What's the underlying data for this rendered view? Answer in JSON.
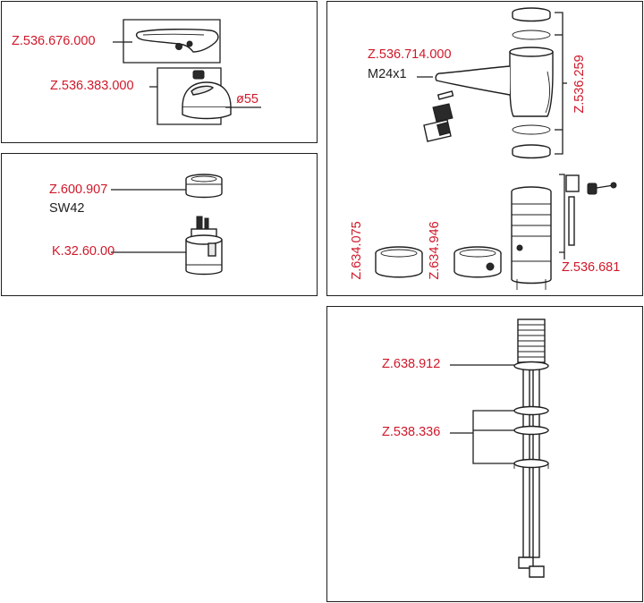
{
  "panel_top_left": {
    "lever_code": "Z.536.676.000",
    "cap_code": "Z.536.383.000",
    "cap_diameter": "ø55"
  },
  "panel_mid_left": {
    "nut_code": "Z.600.907",
    "nut_size": "SW42",
    "cartridge_code": "K.32.60.00"
  },
  "panel_top_right": {
    "aerator_code": "Z.536.714.000",
    "aerator_thread": "M24x1",
    "body_code": "Z.536.259",
    "ring_a_code": "Z.634.075",
    "ring_b_code": "Z.634.946",
    "set_code": "Z.536.681"
  },
  "panel_bottom_right": {
    "washer_code": "Z.638.912",
    "washer_set_code": "Z.538.336"
  },
  "colors": {
    "label_red": "#d0182a",
    "line": "#1e1e1e"
  }
}
